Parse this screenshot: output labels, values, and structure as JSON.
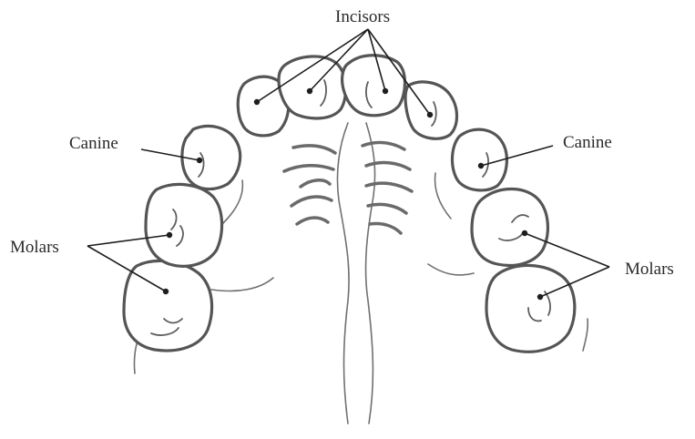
{
  "diagram": {
    "labels": {
      "incisors": "Incisors",
      "canine_left": "Canine",
      "canine_right": "Canine",
      "molars_left": "Molars",
      "molars_right": "Molars"
    },
    "colors": {
      "outline": "#555555",
      "text": "#2a2a2a",
      "background": "#ffffff"
    }
  }
}
